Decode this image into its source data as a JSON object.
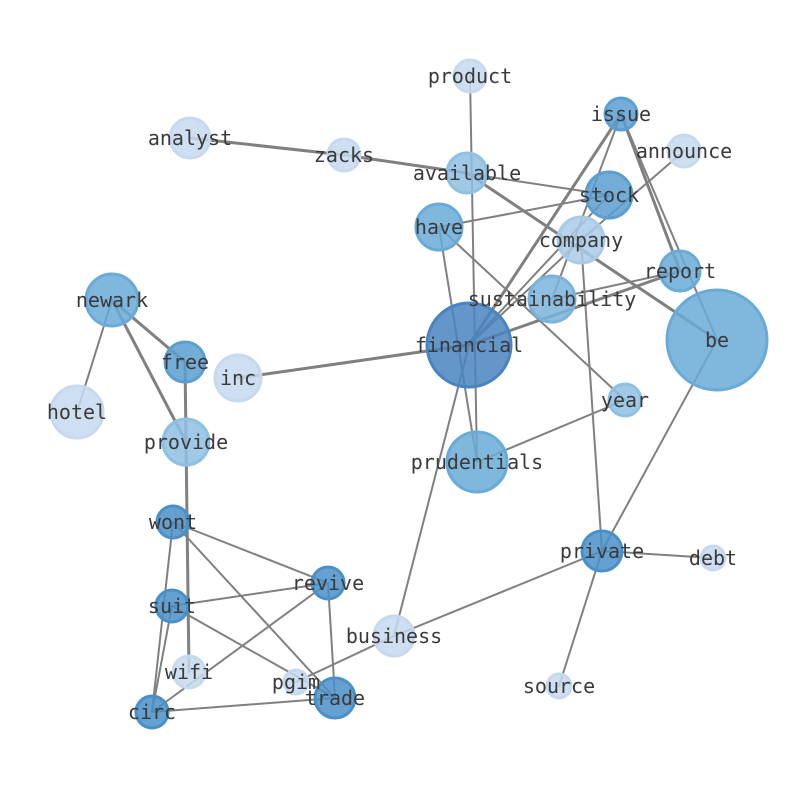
{
  "chart_data": {
    "type": "network",
    "nodes": [
      {
        "id": "product",
        "label": "product"
      },
      {
        "id": "issue",
        "label": "issue"
      },
      {
        "id": "analyst",
        "label": "analyst"
      },
      {
        "id": "zacks",
        "label": "zacks"
      },
      {
        "id": "announce",
        "label": "announce"
      },
      {
        "id": "available",
        "label": "available"
      },
      {
        "id": "stock",
        "label": "stock"
      },
      {
        "id": "have",
        "label": "have"
      },
      {
        "id": "company",
        "label": "company"
      },
      {
        "id": "report",
        "label": "report"
      },
      {
        "id": "newark",
        "label": "newark"
      },
      {
        "id": "sustainability",
        "label": "sustainability"
      },
      {
        "id": "financial",
        "label": "financial"
      },
      {
        "id": "be",
        "label": "be"
      },
      {
        "id": "free",
        "label": "free"
      },
      {
        "id": "inc",
        "label": "inc"
      },
      {
        "id": "hotel",
        "label": "hotel"
      },
      {
        "id": "year",
        "label": "year"
      },
      {
        "id": "provide",
        "label": "provide"
      },
      {
        "id": "prudentials",
        "label": "prudentials"
      },
      {
        "id": "wont",
        "label": "wont"
      },
      {
        "id": "private",
        "label": "private"
      },
      {
        "id": "debt",
        "label": "debt"
      },
      {
        "id": "revive",
        "label": "revive"
      },
      {
        "id": "suit",
        "label": "suit"
      },
      {
        "id": "business",
        "label": "business"
      },
      {
        "id": "wifi",
        "label": "wifi"
      },
      {
        "id": "pgim",
        "label": "pgim"
      },
      {
        "id": "trade",
        "label": "trade"
      },
      {
        "id": "source",
        "label": "source"
      },
      {
        "id": "circ",
        "label": "circ"
      }
    ],
    "edges": [
      {
        "source": "analyst",
        "target": "zacks"
      },
      {
        "source": "zacks",
        "target": "available"
      },
      {
        "source": "zacks",
        "target": "stock"
      },
      {
        "source": "available",
        "target": "be"
      },
      {
        "source": "product",
        "target": "prudentials"
      },
      {
        "source": "issue",
        "target": "financial"
      },
      {
        "source": "issue",
        "target": "report"
      },
      {
        "source": "issue",
        "target": "sustainability"
      },
      {
        "source": "issue",
        "target": "be"
      },
      {
        "source": "announce",
        "target": "company"
      },
      {
        "source": "have",
        "target": "stock"
      },
      {
        "source": "have",
        "target": "year"
      },
      {
        "source": "have",
        "target": "prudentials"
      },
      {
        "source": "stock",
        "target": "financial"
      },
      {
        "source": "company",
        "target": "financial"
      },
      {
        "source": "company",
        "target": "private"
      },
      {
        "source": "report",
        "target": "financial"
      },
      {
        "source": "report",
        "target": "sustainability"
      },
      {
        "source": "financial",
        "target": "inc"
      },
      {
        "source": "financial",
        "target": "business"
      },
      {
        "source": "be",
        "target": "private"
      },
      {
        "source": "newark",
        "target": "free"
      },
      {
        "source": "newark",
        "target": "provide"
      },
      {
        "source": "newark",
        "target": "hotel"
      },
      {
        "source": "free",
        "target": "wifi"
      },
      {
        "source": "year",
        "target": "prudentials"
      },
      {
        "source": "private",
        "target": "debt"
      },
      {
        "source": "private",
        "target": "source"
      },
      {
        "source": "private",
        "target": "business"
      },
      {
        "source": "wont",
        "target": "revive"
      },
      {
        "source": "wont",
        "target": "trade"
      },
      {
        "source": "wont",
        "target": "circ"
      },
      {
        "source": "suit",
        "target": "revive"
      },
      {
        "source": "suit",
        "target": "trade"
      },
      {
        "source": "suit",
        "target": "circ"
      },
      {
        "source": "revive",
        "target": "trade"
      },
      {
        "source": "revive",
        "target": "circ"
      },
      {
        "source": "business",
        "target": "pgim"
      },
      {
        "source": "circ",
        "target": "trade"
      }
    ]
  }
}
